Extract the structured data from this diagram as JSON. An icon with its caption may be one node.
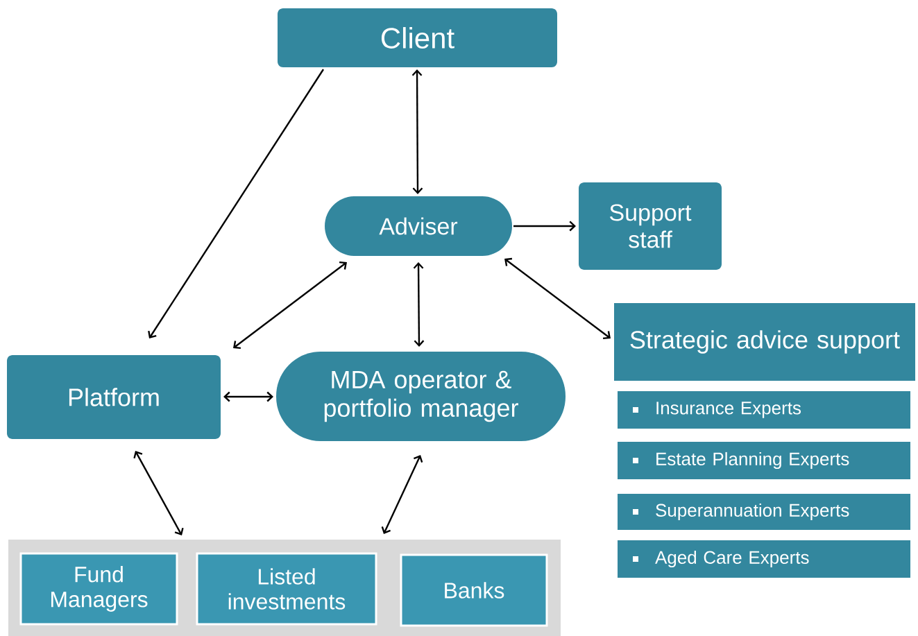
{
  "diagram": {
    "nodes": [
      {
        "text": [
          "Client"
        ]
      },
      {
        "text": [
          "Adviser"
        ]
      },
      {
        "text": [
          "Support staff"
        ]
      },
      {
        "text": [
          "Strategic advice support"
        ]
      },
      {
        "text": [
          "Insurance Experts"
        ]
      },
      {
        "text": [
          "Estate Planning Experts"
        ]
      },
      {
        "text": [
          "Superannuation Experts"
        ]
      },
      {
        "text": [
          "Aged Care Experts"
        ]
      },
      {
        "text": [
          "Platform"
        ]
      },
      {
        "text": [
          "MDA operator & portfolio manager"
        ]
      },
      {
        "text": [],
        "shape": "box"
      },
      {
        "text": [
          "Fund Managers"
        ],
        "in": 10
      },
      {
        "text": [
          "Listed investments"
        ],
        "in": 10
      },
      {
        "text": [
          "Banks"
        ],
        "in": 10
      }
    ],
    "edges": [
      {
        "from": 0,
        "to": 8,
        "arrow": "to"
      },
      {
        "from": 0,
        "to": 1,
        "arrow": "both"
      },
      {
        "from": 1,
        "to": 2,
        "arrow": "to"
      },
      {
        "from": 1,
        "to": 3,
        "arrow": "both"
      },
      {
        "from": 1,
        "to": 8,
        "arrow": "both"
      },
      {
        "from": 1,
        "to": 9,
        "arrow": "both"
      },
      {
        "from": 8,
        "to": 9,
        "arrow": "both"
      },
      {
        "from": 8,
        "to": 10,
        "arrow": "both"
      },
      {
        "from": 9,
        "to": 10,
        "arrow": "both"
      }
    ]
  }
}
